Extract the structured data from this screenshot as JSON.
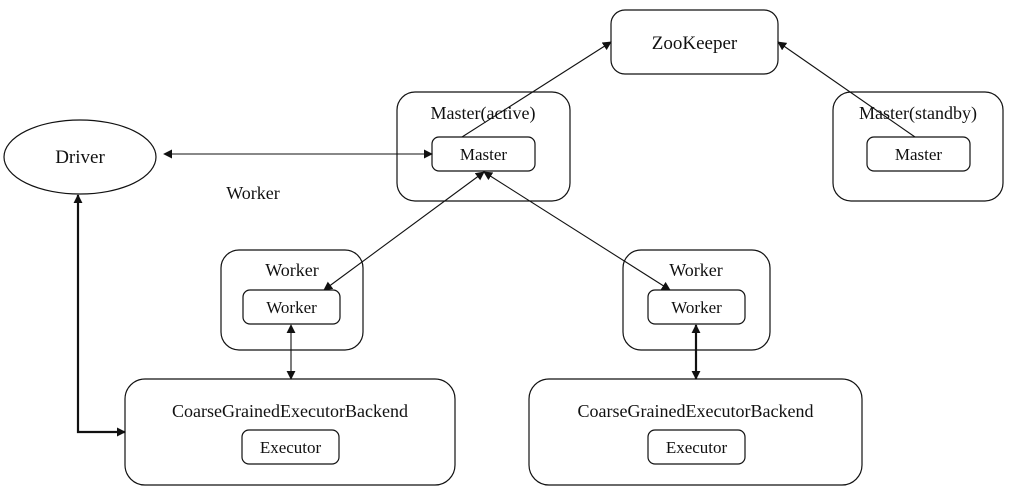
{
  "diagram": {
    "zookeeper": "ZooKeeper",
    "master_active": {
      "title": "Master(active)",
      "inner": "Master"
    },
    "master_standby": {
      "title": "Master(standby)",
      "inner": "Master"
    },
    "driver": "Driver",
    "floating_label": "Worker",
    "worker_left": {
      "title": "Worker",
      "inner": "Worker"
    },
    "worker_right": {
      "title": "Worker",
      "inner": "Worker"
    },
    "backend_left": {
      "title": "CoarseGrainedExecutorBackend",
      "inner": "Executor"
    },
    "backend_right": {
      "title": "CoarseGrainedExecutorBackend",
      "inner": "Executor"
    }
  }
}
